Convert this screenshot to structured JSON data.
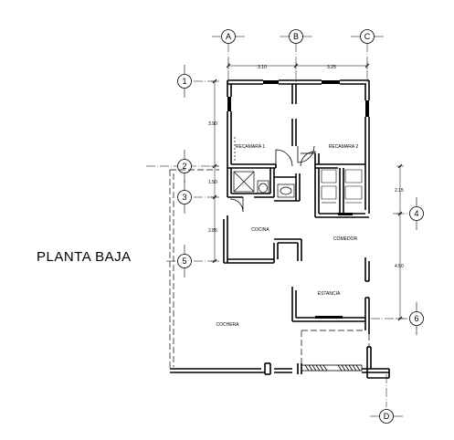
{
  "title": "PLANTA BAJA",
  "axes": {
    "A": "A",
    "B": "B",
    "C": "C",
    "D": "D",
    "n1": "1",
    "n2": "2",
    "n3": "3",
    "n4": "4",
    "n5": "5",
    "n6": "6"
  },
  "dimensions": {
    "top_left": "3.10",
    "top_right": "3.25",
    "left_1": "3.90",
    "left_2": "1.50",
    "left_3": "2.85",
    "right_1": "2.15",
    "right_2": "4.50"
  },
  "rooms": {
    "recamara1": "RECAMARA 1",
    "recamara2": "RECAMARA 2",
    "cocina": "COCINA",
    "comedor": "COMEDOR",
    "estancia": "ESTANCIA",
    "cochera": "COCHERA"
  }
}
